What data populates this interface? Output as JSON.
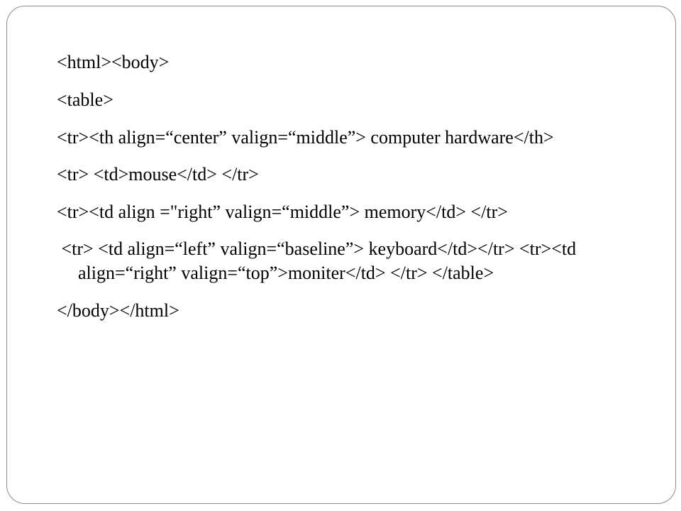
{
  "slide": {
    "lines": [
      "<html><body>",
      "<table>",
      "<tr><th align=“center” valign=“middle”> computer hardware</th>",
      "<tr> <td>mouse</td> </tr>",
      "<tr><td align =\"right” valign=“middle”> memory</td> </tr>",
      " <tr> <td align=“left” valign=“baseline”> keyboard</td></tr> <tr><td align=“right” valign=“top”>moniter</td> </tr> </table>",
      "</body></html>"
    ]
  }
}
